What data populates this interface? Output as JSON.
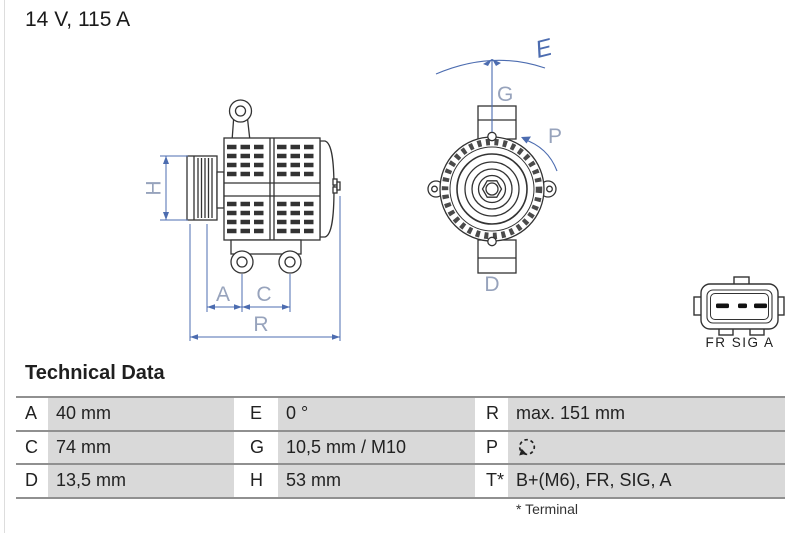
{
  "title": "14 V, 115 A",
  "diagram": {
    "side_view": {
      "label_h": "H",
      "label_a": "A",
      "label_c": "C",
      "label_r": "R"
    },
    "front_view": {
      "label_e": "E",
      "label_g": "G",
      "label_p": "P",
      "label_d": "D"
    },
    "connector": {
      "pin_labels": "FR SIG A"
    }
  },
  "table": {
    "heading": "Technical Data",
    "rows": [
      {
        "c1k": "A",
        "c1v": "40 mm",
        "c2k": "E",
        "c2v": "0 °",
        "c3k": "R",
        "c3v": "max. 151 mm"
      },
      {
        "c1k": "C",
        "c1v": "74 mm",
        "c2k": "G",
        "c2v": "10,5 mm / M10",
        "c3k": "P",
        "c3v": "",
        "c3_icon": "counterclockwise-rotation-icon"
      },
      {
        "c1k": "D",
        "c1v": "13,5 mm",
        "c2k": "H",
        "c2v": "53 mm",
        "c3k": "T*",
        "c3v": "B+(M6), FR, SIG, A"
      }
    ],
    "footnote": "* Terminal"
  },
  "colors": {
    "dimension_line": "#4c6cb0",
    "dimension_label": "#97a3bc",
    "drawing_line": "#333333",
    "cell_shade": "#d9d9d9",
    "table_line": "#909090"
  }
}
